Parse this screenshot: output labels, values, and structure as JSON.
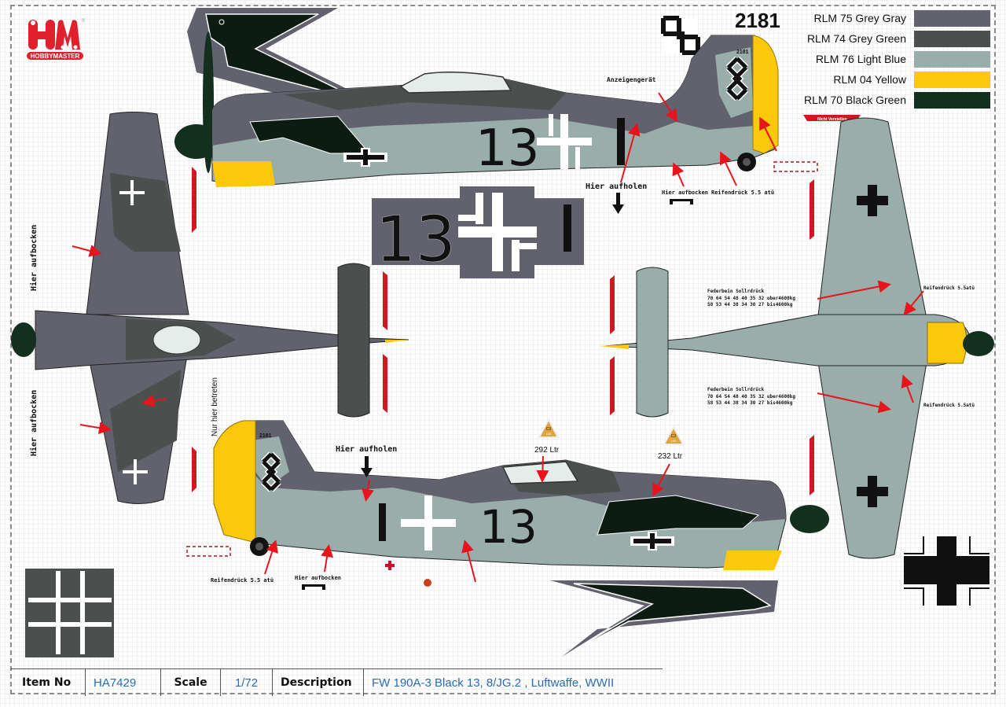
{
  "brand": {
    "logo_letters": "HM",
    "logo_text": "HOBBYMASTER",
    "registered_mark": "®",
    "color": "#e21f2d"
  },
  "legend": {
    "items": [
      {
        "label": "RLM 75 Grey Gray",
        "color": "#61626e"
      },
      {
        "label": "RLM 74 Grey Green",
        "color": "#4b4f4d"
      },
      {
        "label": "RLM 76 Light Blue",
        "color": "#99aeaa"
      },
      {
        "label": "RLM 04 Yellow",
        "color": "#fbc80b"
      },
      {
        "label": "RLM 70 Black Green",
        "color": "#12301d"
      }
    ]
  },
  "markings": {
    "werknummer_large": "2181",
    "werknummer_tail": "2181",
    "fuselage_number": "13",
    "gruppe_bar": "I",
    "anzeigengeraet": "Anzeigengerät",
    "hier_aufholen": "Hier aufholen",
    "hier_aufbocken": "Hier aufbocken",
    "reifendruck": "Reifendrück 5.5 atü",
    "reifendruck_short": "Reifendrück 5.5atü",
    "nur_hier_betreten": "Nur hier betreten",
    "nicht_verstellen": "Nicht Verstellen",
    "fuel_tag": "C3",
    "fuel_octane": "100",
    "fuel_front": "292 Ltr",
    "fuel_rear": "232 Ltr",
    "federbein_title": "Federbein  Sollrdrück",
    "federbein_row1": "70 64 54 48 40 35 32  uber4600kg",
    "federbein_row2": "58 53 44 38 34 30 27  bis4600kg"
  },
  "footer": {
    "item_no_label": "Item No",
    "item_no_value": "HA7429",
    "scale_label": "Scale",
    "scale_value": "1/72",
    "description_label": "Description",
    "description_value": "FW 190A-3 Black 13, 8/JG.2 , Luftwaffe, WWII"
  }
}
